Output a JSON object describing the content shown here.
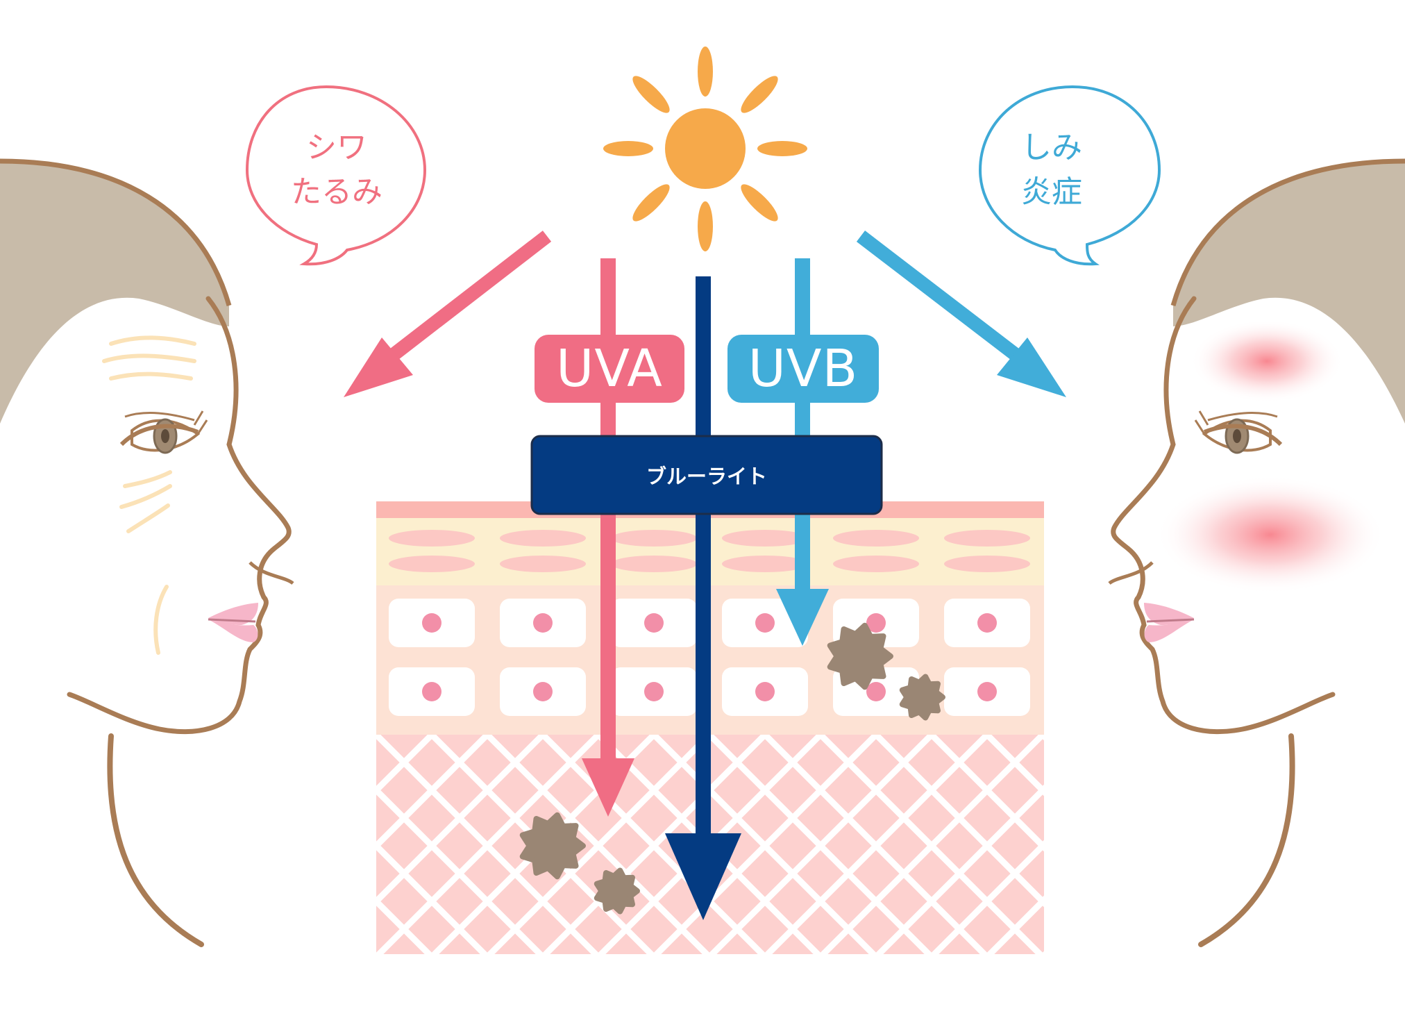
{
  "speech_bubbles": {
    "left": {
      "lines": [
        "シワ",
        "たるみ"
      ],
      "color": "#f0707f"
    },
    "right": {
      "lines": [
        "しみ",
        "炎症"
      ],
      "color": "#3ea9d6"
    }
  },
  "ray_labels": {
    "uva": {
      "text": "UVA",
      "color": "#f06d84"
    },
    "uvb": {
      "text": "UVB",
      "color": "#41add9"
    },
    "blue_light": {
      "text": "ブルーライト",
      "color": "#043b82"
    }
  },
  "colors": {
    "sun": "#f6a94a",
    "hair": "#c8bba9",
    "face_outline": "#a97c55",
    "lips": "#f6b6c9",
    "skin_top": "#fbb7b1",
    "epidermis": "#fcefcf",
    "cell_layer": "#fde2d4",
    "dermis": "#fcd0ce",
    "spot": "#9a8674"
  }
}
